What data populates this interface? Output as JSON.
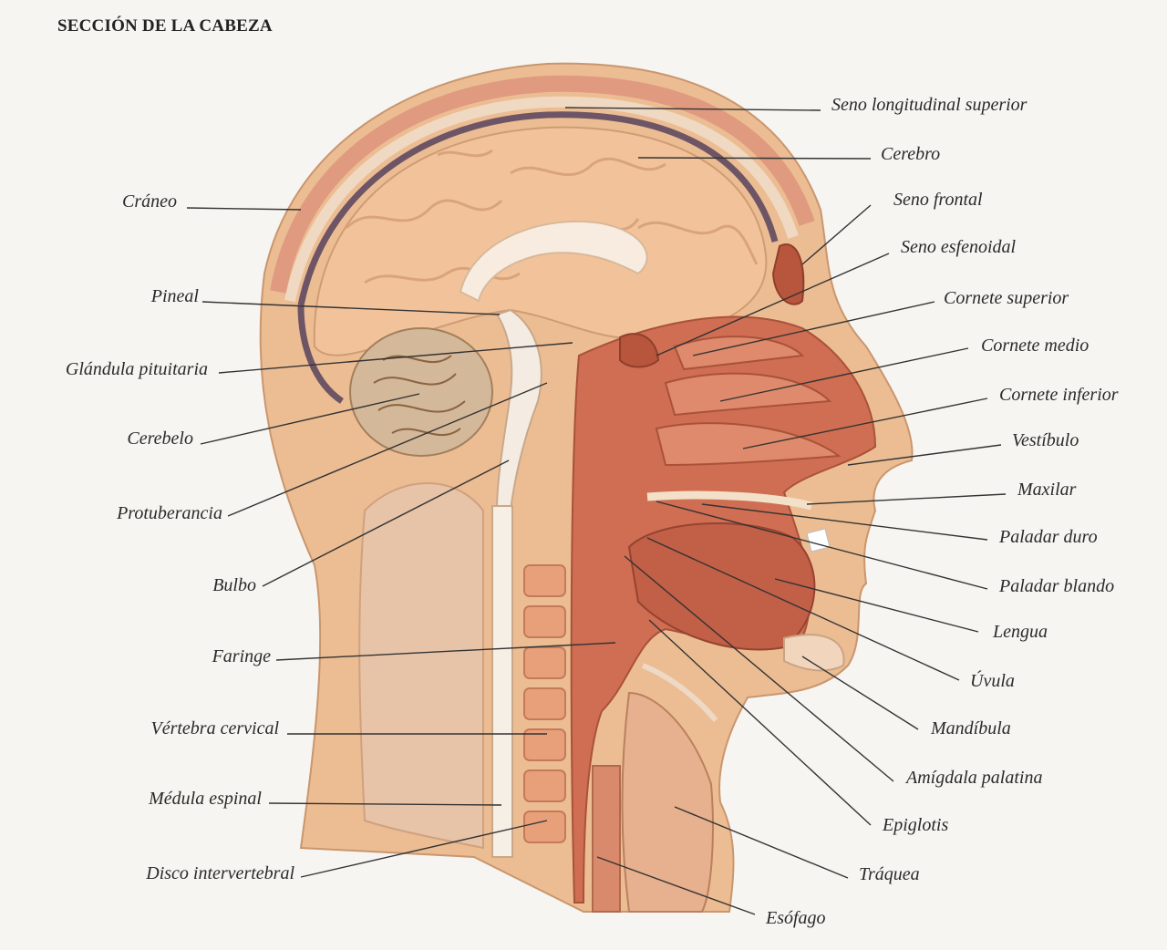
{
  "title": "SECCIÓN DE LA CABEZA",
  "labels": {
    "seno_longitudinal": "Seno longitudinal superior",
    "cerebro": "Cerebro",
    "seno_frontal": "Seno frontal",
    "seno_esfenoidal": "Seno esfenoidal",
    "cornete_superior": "Cornete superior",
    "cornete_medio": "Cornete medio",
    "cornete_inferior": "Cornete inferior",
    "vestibulo": "Vestíbulo",
    "maxilar": "Maxilar",
    "paladar_duro": "Paladar duro",
    "paladar_blando": "Paladar blando",
    "lengua": "Lengua",
    "uvula": "Úvula",
    "mandibula": "Mandíbula",
    "amigdala": "Amígdala palatina",
    "epiglotis": "Epiglotis",
    "traquea": "Tráquea",
    "esofago": "Esófago",
    "craneo": "Cráneo",
    "pineal": "Pineal",
    "glandula": "Glándula pituitaria",
    "cerebelo": "Cerebelo",
    "protuberancia": "Protuberancia",
    "bulbo": "Bulbo",
    "faringe": "Faringe",
    "vertebra": "Vértebra cervical",
    "medula": "Médula espinal",
    "disco": "Disco intervertebral"
  },
  "colors": {
    "skin": "#e9b58a",
    "brain": "#f2c39a",
    "muscle": "#cf6e52",
    "bone": "#f5e6d2",
    "dura": "#6e5566",
    "leader": "#333333"
  }
}
